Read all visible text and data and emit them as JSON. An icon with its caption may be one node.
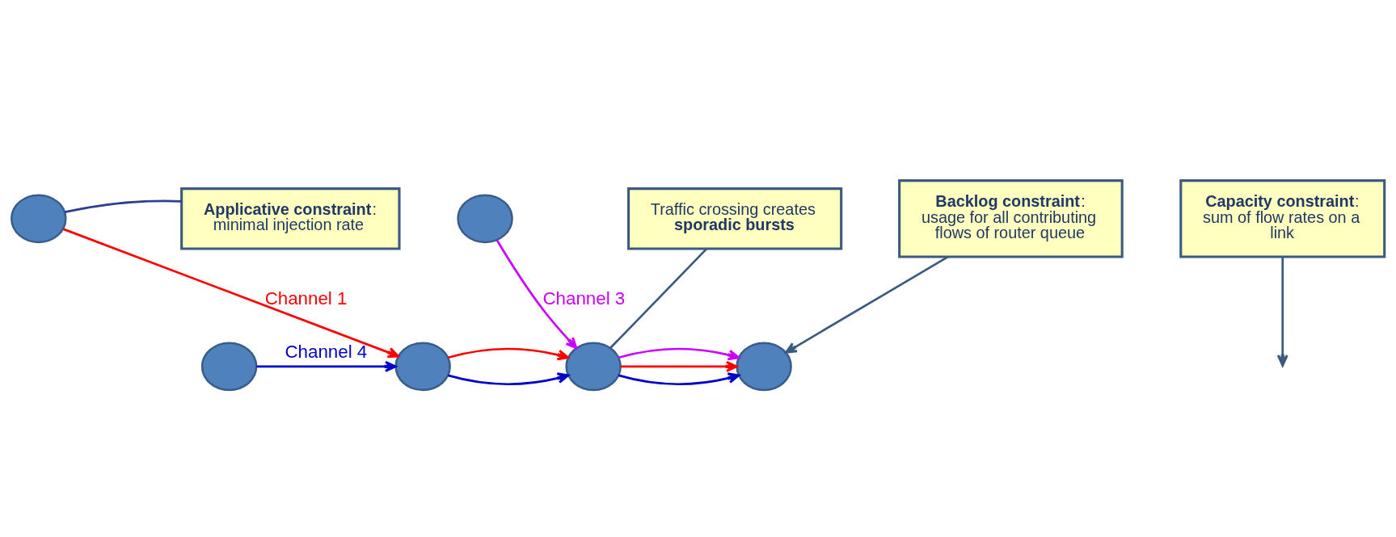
{
  "diagram": {
    "nodes": [
      {
        "text": [],
        "shape": "circle"
      },
      {
        "text": [],
        "shape": "circle"
      },
      {
        "text": [],
        "shape": "circle"
      },
      {
        "text": [],
        "shape": "circle"
      },
      {
        "text": [],
        "shape": "circle"
      },
      {
        "text": [],
        "shape": "circle"
      },
      {
        "text": [
          "**Applicative constraint**:",
          "minimal injection rate"
        ]
      },
      {
        "text": [
          "Traffic crossing creates **sporadic bursts**"
        ]
      },
      {
        "text": [
          "**Capacity constraint**:",
          "sum of flow rates on a link"
        ]
      },
      {
        "text": [
          "**Backlog constraint**:",
          "usage for all contributing flows of router queue"
        ]
      }
    ],
    "edges": [
      {
        "from": 0,
        "to": 2,
        "arrow": "to",
        "label": "Channel 4",
        "color": "#0000cc"
      },
      {
        "from": 1,
        "to": 2,
        "arrow": "to",
        "label": "Channel 1",
        "color": "#ff0000"
      },
      {
        "from": 2,
        "to": 4,
        "arrow": "to",
        "color": "#0000cc"
      },
      {
        "from": 2,
        "to": 4,
        "arrow": "to",
        "color": "#ff0000"
      },
      {
        "from": 3,
        "to": 4,
        "arrow": "to",
        "label": "Channel 3",
        "color": "#cc00ff"
      },
      {
        "from": 4,
        "to": 5,
        "arrow": "to",
        "color": "#0000cc"
      },
      {
        "from": 4,
        "to": 5,
        "arrow": "to",
        "color": "#ff0000"
      },
      {
        "from": 4,
        "to": 5,
        "arrow": "to",
        "color": "#cc00ff"
      },
      {
        "from": 6,
        "to": 1,
        "arrow": "none",
        "color": "#2e3f8f"
      },
      {
        "from": 7,
        "to": 4,
        "arrow": "none",
        "color": "#3b5a80"
      },
      {
        "from": 8,
        "to": null,
        "arrow": "to",
        "color": "#3b5a80"
      },
      {
        "from": 9,
        "to": 5,
        "arrow": "to",
        "color": "#3b5a80"
      }
    ]
  }
}
